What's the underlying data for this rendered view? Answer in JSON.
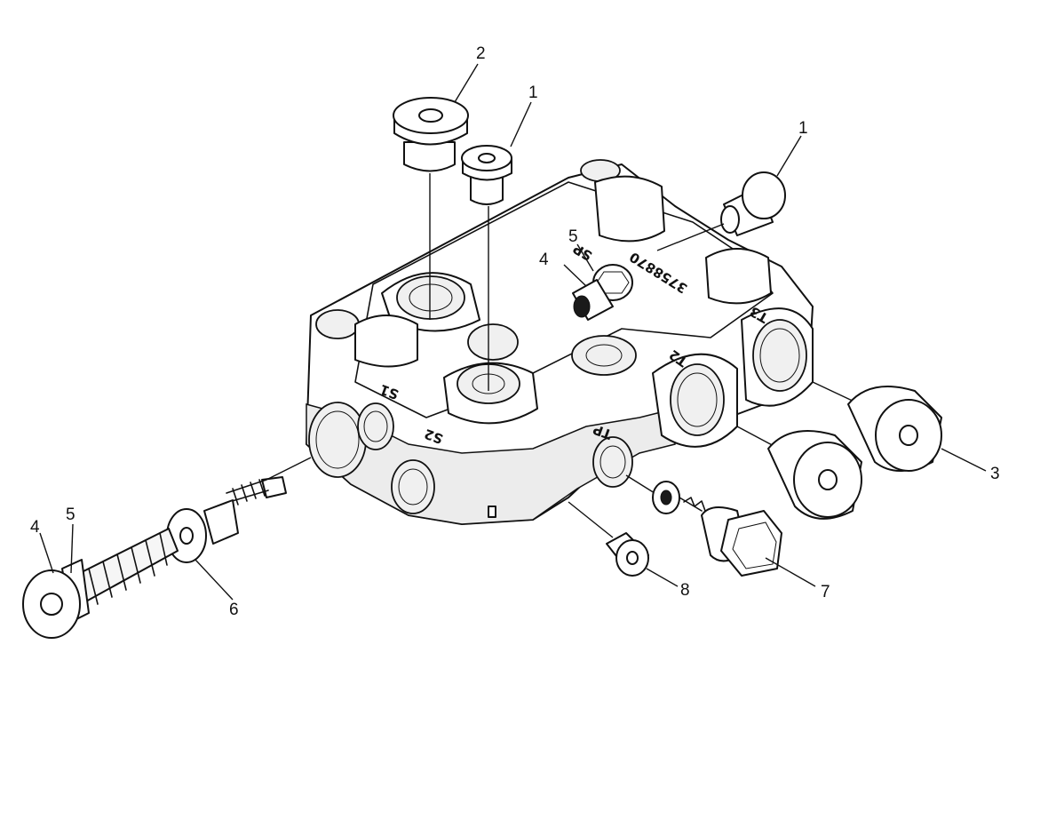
{
  "callouts": [
    {
      "id": "c1a",
      "label": "1"
    },
    {
      "id": "c1b",
      "label": "1"
    },
    {
      "id": "c2",
      "label": "2"
    },
    {
      "id": "c3",
      "label": "3"
    },
    {
      "id": "c4a",
      "label": "4"
    },
    {
      "id": "c4b",
      "label": "4"
    },
    {
      "id": "c5a",
      "label": "5"
    },
    {
      "id": "c5b",
      "label": "5"
    },
    {
      "id": "c6",
      "label": "6"
    },
    {
      "id": "c7",
      "label": "7"
    },
    {
      "id": "c8",
      "label": "8"
    }
  ],
  "port_stamps": {
    "s1": "S1",
    "s2": "S2",
    "tp": "TP",
    "t2": "T2",
    "t3": "T3",
    "sp": "SP",
    "part_no": "3758870"
  }
}
